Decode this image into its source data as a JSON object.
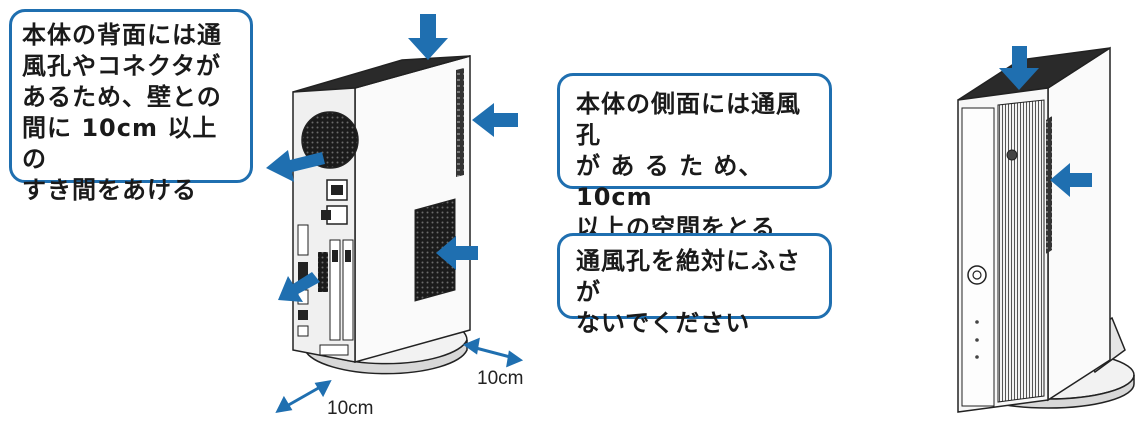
{
  "callouts": {
    "back": "本体の背面には通\n風孔やコネクタが\nあるため、壁との\n間に 10cm 以上の\nすき間をあける",
    "side": "本体の側面には通風孔\nが あ る た め、10cm\n以上の空間をとる",
    "block": "通風孔を絶対にふさが\nないでください"
  },
  "dimensions": {
    "right": "10cm",
    "left": "10cm"
  },
  "colors": {
    "accent": "#1f6fb0",
    "arrow": "#1f6fb0"
  }
}
